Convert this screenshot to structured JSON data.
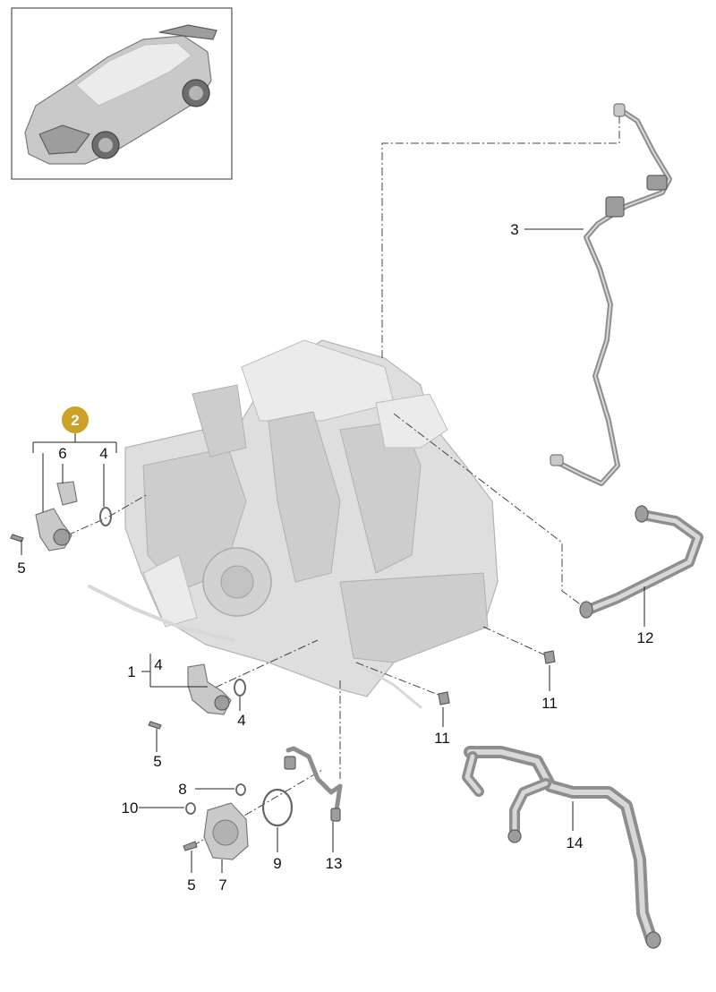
{
  "group_badge": {
    "number": "2",
    "color": "#c9a227"
  },
  "callouts": {
    "c1": "1",
    "c1_sub": "4",
    "c3": "3",
    "c4_top": "4",
    "c4_mid": "4",
    "c5_top": "5",
    "c5_mid": "5",
    "c5_bot": "5",
    "c6": "6",
    "c7": "7",
    "c8": "8",
    "c9": "9",
    "c10": "10",
    "c11_right": "11",
    "c11_mid": "11",
    "c12": "12",
    "c13": "13",
    "c14": "14"
  },
  "colors": {
    "part_gray": "#c9c9c9",
    "line": "#222222",
    "frame": "#555555"
  }
}
